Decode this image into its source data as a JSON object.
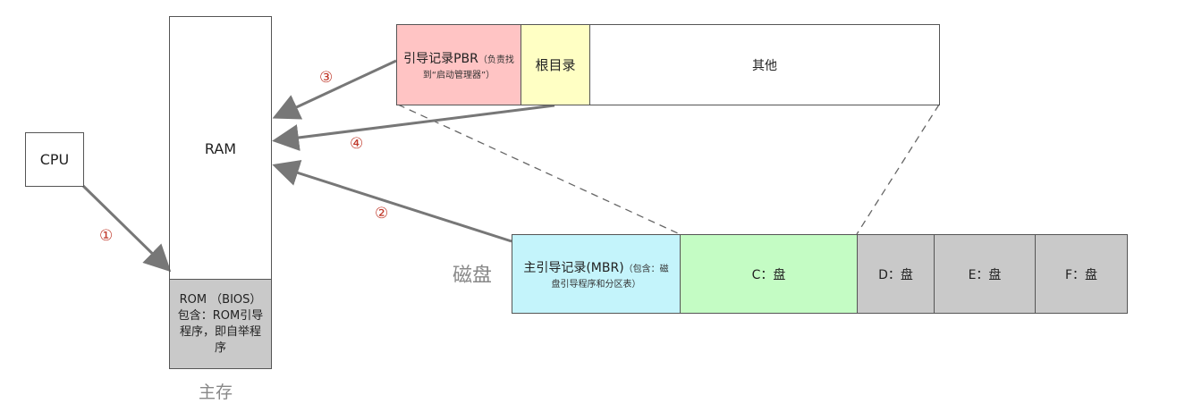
{
  "cpu": {
    "label": "CPU"
  },
  "memory": {
    "ram_label": "RAM",
    "rom_text": "ROM （BIOS）包含：ROM引导程序，即自举程序",
    "caption": "主存"
  },
  "partition": {
    "pbr_title": "引导记录PBR",
    "pbr_note": "（负责找到“启动管理器”）",
    "root_dir": "根目录",
    "other": "其他"
  },
  "disk": {
    "caption": "磁盘",
    "mbr_title": "主引导记录(MBR)",
    "mbr_note": "（包含：磁盘引导程序和分区表）",
    "c": "C：盘",
    "d": "D：盘",
    "e": "E：盘",
    "f": "F：盘"
  },
  "steps": [
    "①",
    "②",
    "③",
    "④"
  ],
  "colors": {
    "pbr": "#ffc4c4",
    "root": "#ffffc4",
    "mbr": "#c4f4fb",
    "c": "#c4fcc4",
    "gray": "#c9c9c9",
    "step": "#c0392b"
  }
}
